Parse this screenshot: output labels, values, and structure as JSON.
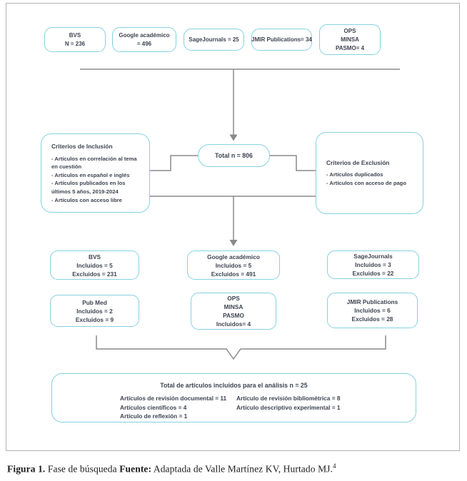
{
  "colors": {
    "box_border": "#85d1e2",
    "line": "#8a8a8a",
    "text": "#3d4450",
    "frame": "#b3b3b3"
  },
  "sources_row": [
    {
      "name": "bvs",
      "lines": [
        "BVS",
        "N = 236"
      ]
    },
    {
      "name": "google-academico",
      "lines": [
        "Google académico",
        "= 496"
      ]
    },
    {
      "name": "sagejournals",
      "lines": [
        "SageJournals = 25"
      ]
    },
    {
      "name": "jmir-publications",
      "lines": [
        "JMIR Publications= 34"
      ]
    },
    {
      "name": "ops-minsa-pasmo",
      "lines": [
        "OPS",
        "MINSA",
        "PASMO= 4"
      ]
    }
  ],
  "total_box": {
    "label": "Total n = 806"
  },
  "criteria": {
    "inclusion": {
      "title": "Criterios de Inclusión",
      "items": [
        "- Artículos en correlación al tema en cuestión",
        "- Artículos en español e inglés",
        "- Artículos publicados en los últimos 5 años, 2019-2024",
        "- Artículos con acceso libre"
      ]
    },
    "exclusion": {
      "title": "Criterios de Exclusión",
      "items": [
        "- Artículos duplicados",
        "- Artículos con acceso de pago"
      ]
    }
  },
  "results_row_1": [
    {
      "name": "bvs",
      "lines": [
        "BVS",
        "Incluidos = 5",
        "Excluidos = 231"
      ]
    },
    {
      "name": "google-academico",
      "lines": [
        "Google académico",
        "Incluidos = 5",
        "Excluidos = 491"
      ]
    },
    {
      "name": "sagejournals",
      "lines": [
        "SageJournals",
        "Incluidos = 3",
        "Excluidos = 22"
      ]
    }
  ],
  "results_row_2": [
    {
      "name": "pub-med",
      "lines": [
        "Pub Med",
        "Incluidos = 2",
        "Excluidos = 9"
      ]
    },
    {
      "name": "ops-minsa-pasmo",
      "lines": [
        "OPS",
        "MINSA",
        "PASMO",
        "Incluidos= 4"
      ]
    },
    {
      "name": "jmir-publications",
      "lines": [
        "JMIR Publications",
        "Incluidos = 6",
        "Excluidos = 28"
      ]
    }
  ],
  "final_box": {
    "title": "Total de artículos incluidos para el análisis n = 25",
    "left_items": [
      "Artículos de revisión documental = 11",
      "Artículos científicos = 4",
      "Artículo de reflexión = 1"
    ],
    "right_items": [
      "Artículo de revisión bibliométrica = 8",
      "Artículo descriptivo experimental = 1"
    ]
  },
  "caption": {
    "figura_label": "Figura 1.",
    "figura_text": " Fase de búsqueda ",
    "fuente_label": "Fuente:",
    "fuente_text": " Adaptada de Valle Martínez KV, Hurtado MJ.",
    "superscript": "4"
  }
}
